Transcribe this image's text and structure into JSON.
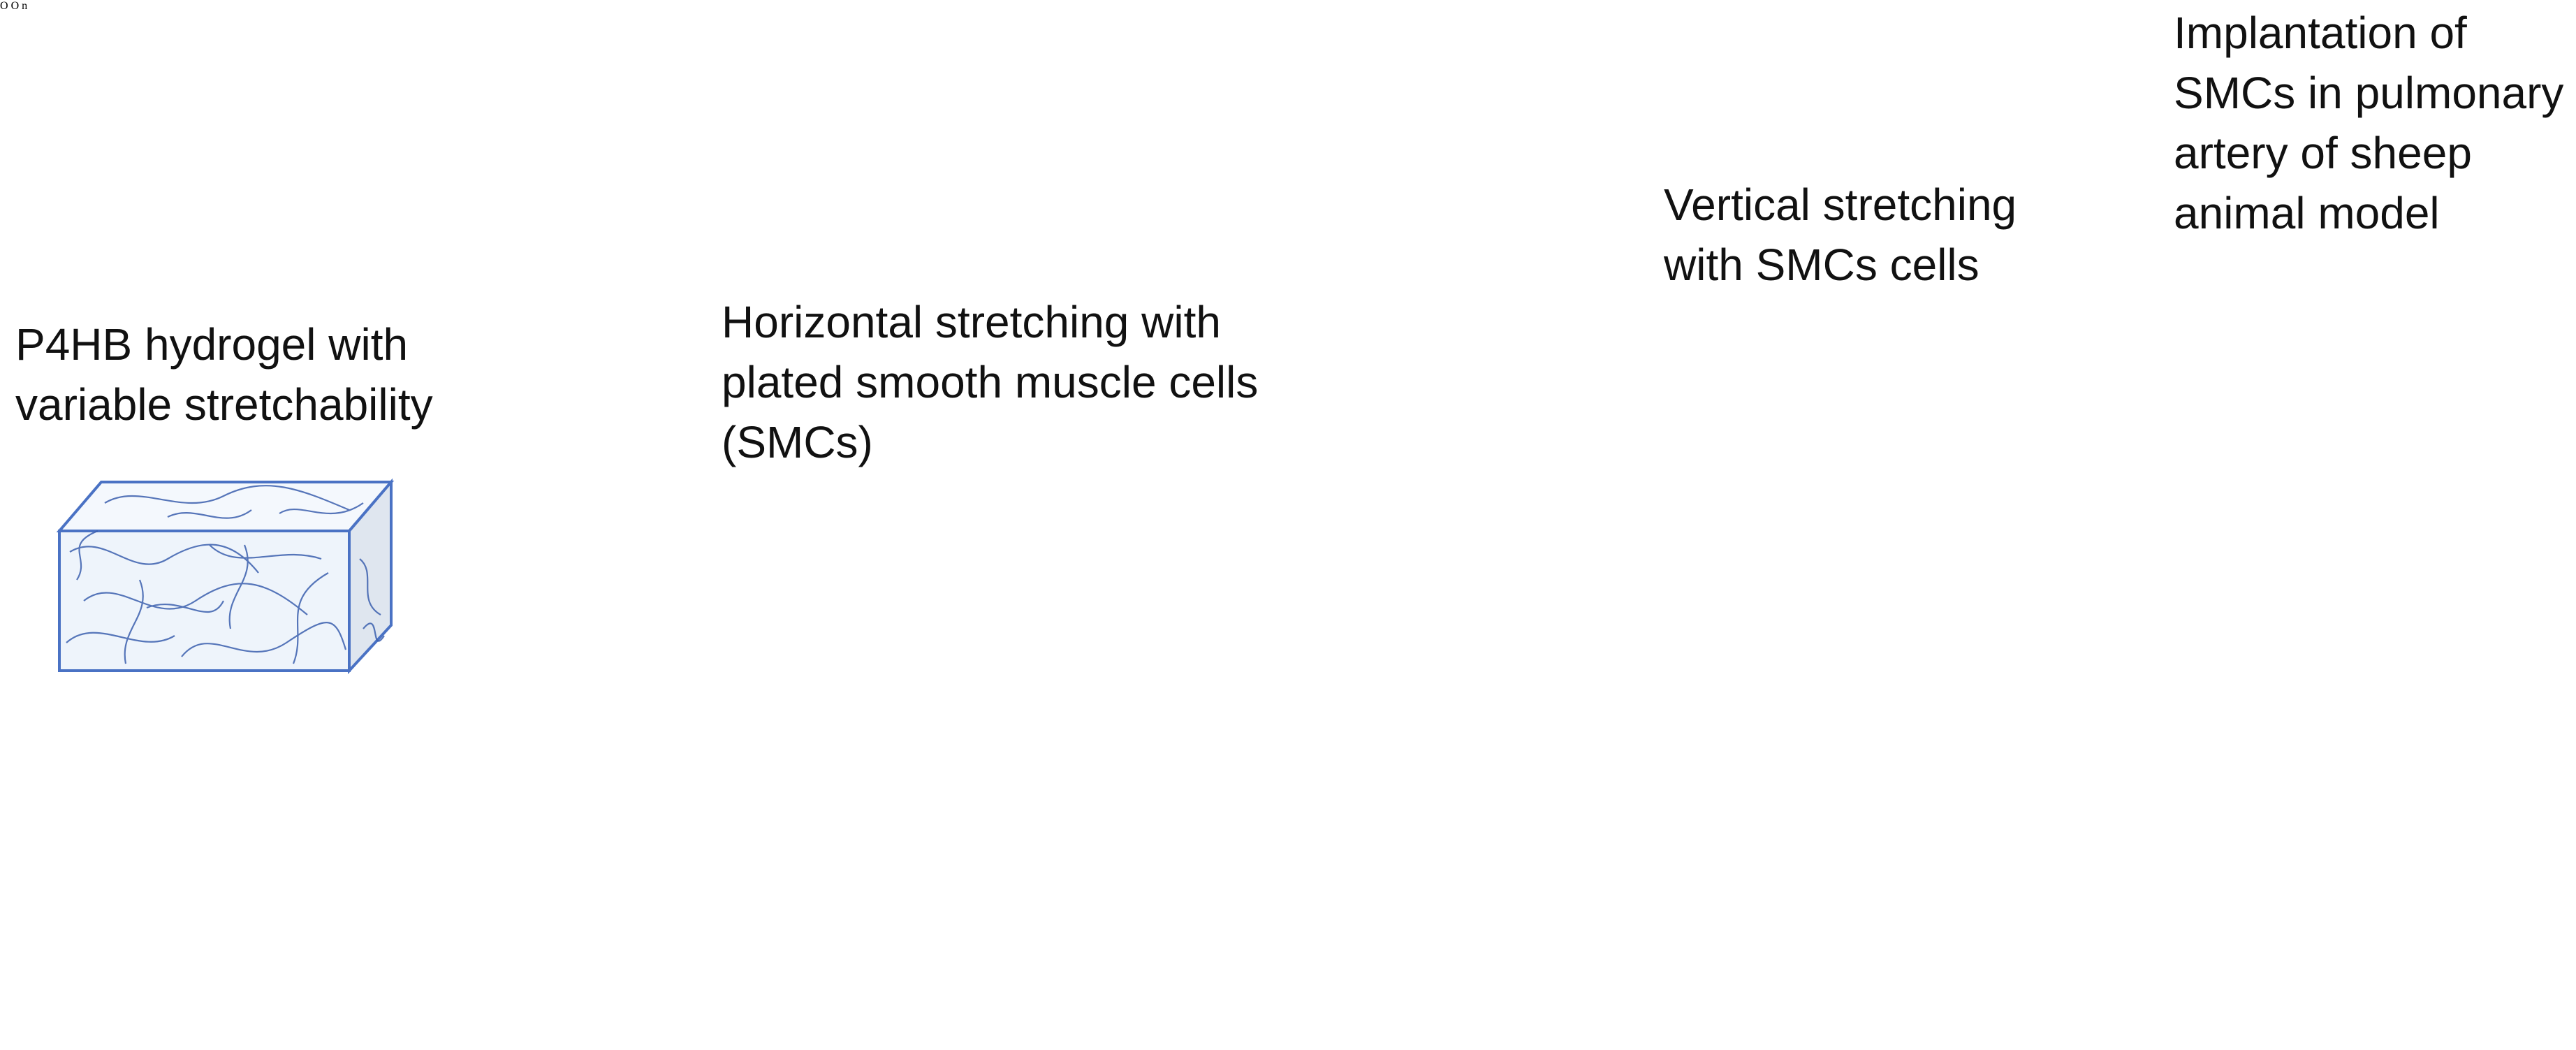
{
  "labels": {
    "hydrogel": [
      "P4HB hydrogel with",
      "variable stretchability"
    ],
    "horizontal": [
      "Horizontal stretching with",
      "plated smooth muscle cells",
      "(SMCs)"
    ],
    "vertical": [
      "Vertical stretching",
      "with SMCs cells"
    ],
    "implantation": [
      "Implantation of",
      "SMCs in pulmonary",
      "artery of sheep",
      "animal model"
    ]
  },
  "chemistry": {
    "carbonyl_oxygen": "O",
    "ether_oxygen": "O",
    "repeat_subscript": "n"
  },
  "colors": {
    "gel_fill": "#eef4fb",
    "gel_edge": "#4a72c4",
    "fiber": "#3b5fae",
    "flow_arrow": "#c9a227",
    "stretch_arrow": "#dfe9cf",
    "cell_body": "#f2c6c2",
    "nucleus": "#3a5fb8",
    "heart_red": "#c8161d",
    "vessel": "#bcd3ea",
    "grass": "#3f9a2a"
  },
  "icons": [
    "syringe-icon",
    "heart-icon",
    "sheep-photo"
  ]
}
